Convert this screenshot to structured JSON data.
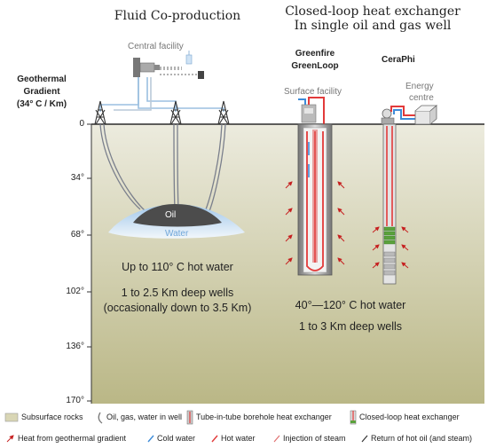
{
  "titles": {
    "left": "Fluid Co-production",
    "right_line1": "Closed-loop heat exchanger",
    "right_line2": "In single oil and gas well"
  },
  "labels": {
    "central_facility": "Central facility",
    "gradient_line1": "Geothermal",
    "gradient_line2": "Gradient",
    "gradient_line3": "(34° C / Km)",
    "greenfire_line1": "Greenfire",
    "greenfire_line2": "GreenLoop",
    "ceraphi": "CeraPhi",
    "surface_facility": "Surface facility",
    "energy_line1": "Energy",
    "energy_line2": "centre",
    "oil": "Oil",
    "water": "Water"
  },
  "depth_ticks": [
    "0",
    "34°",
    "68°",
    "102°",
    "136°",
    "170°"
  ],
  "left_text": {
    "line1": "Up to 110° C hot water",
    "line2": "1 to 2.5 Km deep wells",
    "line3": "(occasionally down to 3.5 Km)"
  },
  "right_text": {
    "line1": "40°—120° C hot water",
    "line2": "1 to 3 Km deep wells"
  },
  "legend": {
    "row1": [
      {
        "icon": "subsurface-rocks-icon",
        "label": "Subsurface rocks"
      },
      {
        "icon": "well-fluid-icon",
        "label": "Oil, gas, water in well"
      },
      {
        "icon": "tube-in-tube-icon",
        "label": "Tube-in-tube borehole heat exchanger"
      },
      {
        "icon": "closed-loop-icon",
        "label": "Closed-loop heat exchanger"
      }
    ],
    "row2": [
      {
        "icon": "heat-arrow-icon",
        "label": "Heat from geothermal gradient"
      },
      {
        "icon": "cold-water-arrow-icon",
        "label": "Cold water"
      },
      {
        "icon": "hot-water-arrow-icon",
        "label": "Hot water"
      },
      {
        "icon": "steam-arrow-icon",
        "label": "Injection of steam"
      },
      {
        "icon": "return-oil-arrow-icon",
        "label": "Return of hot oil (and steam)"
      }
    ]
  },
  "colors": {
    "ground_top": "#ebeadc",
    "ground_bottom": "#bcb98a",
    "oil": "#505050",
    "water": "#d7e8f6",
    "hot": "#e23a3a",
    "cold": "#3d8bd8",
    "green": "#5aa13c"
  }
}
